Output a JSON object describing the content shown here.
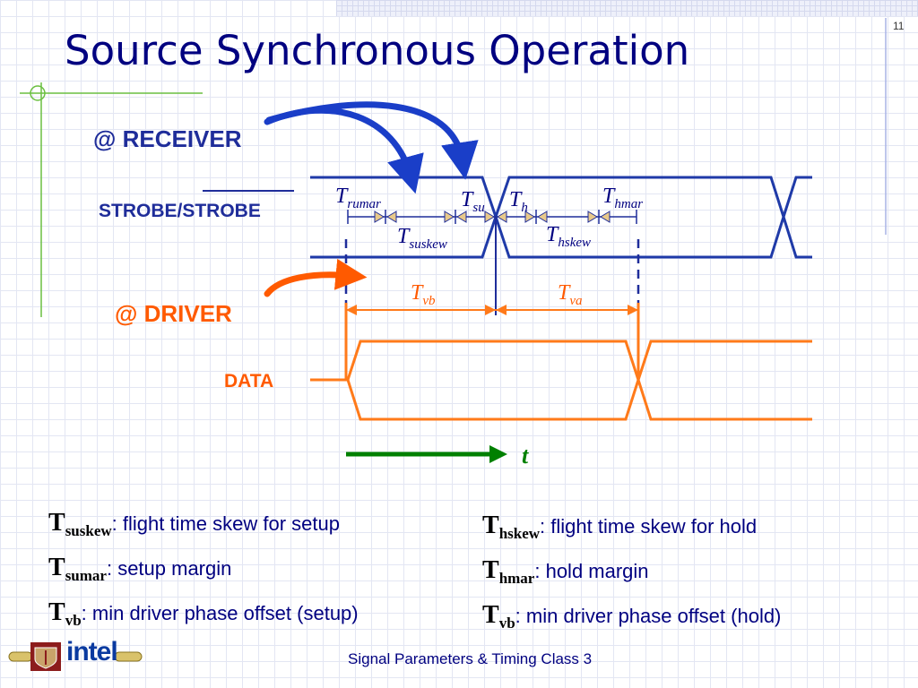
{
  "slide": {
    "title": "Source Synchronous Operation",
    "slide_number": "11",
    "footer": "Signal Parameters & Timing Class 3",
    "logo_text": "intel"
  },
  "diagram": {
    "receiver_label": "@ RECEIVER",
    "driver_label": "@ DRIVER",
    "strobe_label_overbar": "STROBE",
    "strobe_label_rest": "/STROBE",
    "data_label": "DATA",
    "time_axis_label": "t",
    "timings": {
      "trumar": {
        "main": "T",
        "sub": "rumar"
      },
      "tsu": {
        "main": "T",
        "sub": "su"
      },
      "th": {
        "main": "T",
        "sub": "h"
      },
      "thmar": {
        "main": "T",
        "sub": "hmar"
      },
      "tsuskew": {
        "main": "T",
        "sub": "suskew"
      },
      "thskew": {
        "main": "T",
        "sub": "hskew"
      },
      "tvb": {
        "main": "T",
        "sub": "vb"
      },
      "tva": {
        "main": "T",
        "sub": "va"
      }
    }
  },
  "definitions": {
    "left": [
      {
        "sym": "T",
        "sub": "suskew",
        "text": ": flight time skew for setup"
      },
      {
        "sym": "T",
        "sub": "sumar",
        "text": ": setup margin"
      },
      {
        "sym": "T",
        "sub": "vb",
        "text": ": min driver phase offset (setup)"
      }
    ],
    "right": [
      {
        "sym": "T",
        "sub": "hskew",
        "text": ": flight time skew for hold"
      },
      {
        "sym": "T",
        "sub": "hmar",
        "text": ": hold margin"
      },
      {
        "sym": "T",
        "sub": "vb",
        "text": ": min driver phase offset (hold)"
      }
    ]
  },
  "colors": {
    "title": "#000080",
    "strobe": "#1f2d9a",
    "data": "#ff7a1a",
    "time_arrow": "#008000",
    "receiver_arrow": "#1a3ec8",
    "driver_arrow": "#ff5a00"
  }
}
